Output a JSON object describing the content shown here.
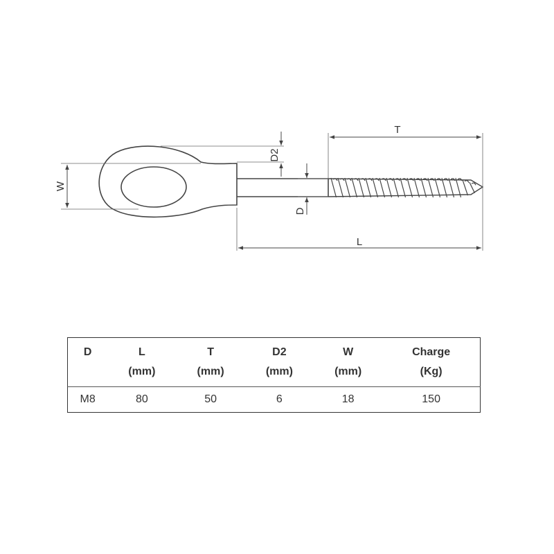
{
  "drawing": {
    "labels": {
      "T": "T",
      "L": "L",
      "W": "W",
      "D": "D",
      "D2": "D2"
    }
  },
  "table": {
    "columns": [
      {
        "name": "D",
        "unit": ""
      },
      {
        "name": "L",
        "unit": "(mm)"
      },
      {
        "name": "T",
        "unit": "(mm)"
      },
      {
        "name": "D2",
        "unit": "(mm)"
      },
      {
        "name": "W",
        "unit": "(mm)"
      },
      {
        "name": "Charge",
        "unit": "(Kg)"
      }
    ],
    "rows": [
      [
        "M8",
        "80",
        "50",
        "6",
        "18",
        "150"
      ]
    ]
  }
}
